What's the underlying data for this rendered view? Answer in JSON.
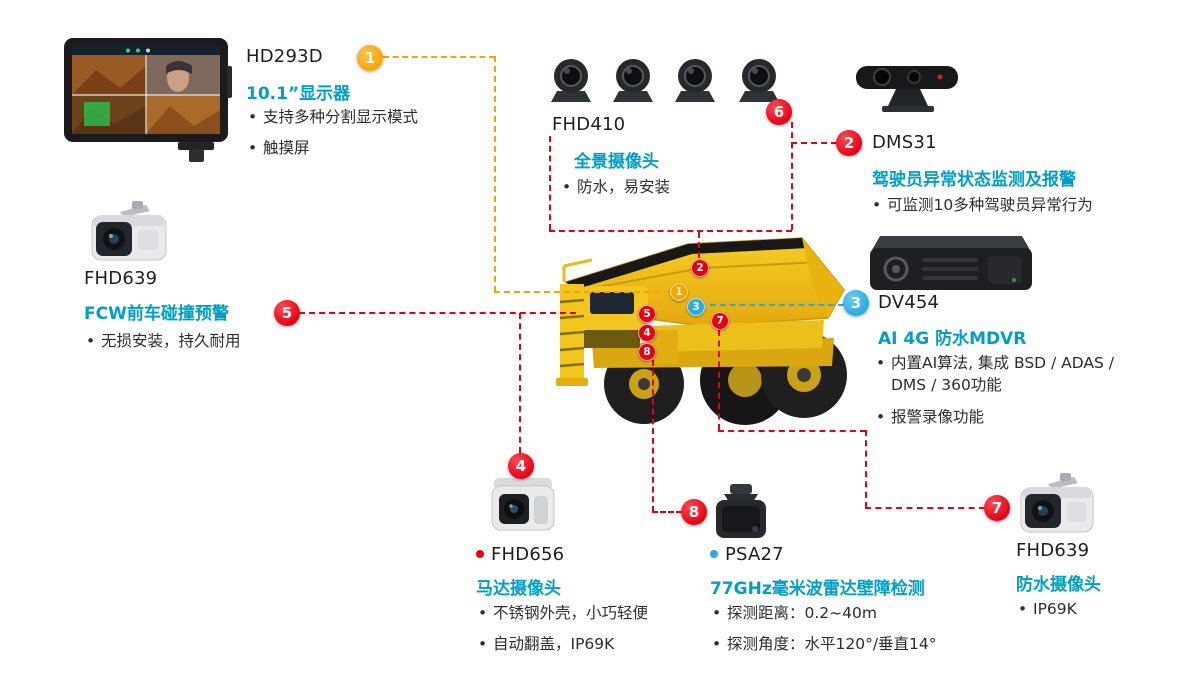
{
  "colors": {
    "accent_blue": "#009FC8",
    "badge_red": "#E60012",
    "badge_orange": "#F7A600",
    "badge_cyan": "#29ABE2",
    "truck_yellow": "#F2C51F"
  },
  "components": {
    "monitor": {
      "model": "HD293D",
      "badge": "1",
      "title": "10.1”显示器",
      "bullets": [
        "支持多种分割显示模式",
        "触摸屏"
      ]
    },
    "fcw": {
      "model": "FHD639",
      "badge": "5",
      "title": "FCW前车碰撞预警",
      "bullets": [
        "无损安装，持久耐用"
      ]
    },
    "panoramic": {
      "model": "FHD410",
      "badge": "6",
      "title": "全景摄像头",
      "bullets": [
        "防水，易安装"
      ]
    },
    "dms": {
      "model": "DMS31",
      "badge": "2",
      "title": "驾驶员异常状态监测及报警",
      "bullets": [
        "可监测10多种驾驶员异常行为"
      ]
    },
    "mdvr": {
      "model": "DV454",
      "badge": "3",
      "title": "AI 4G 防水MDVR",
      "bullets": [
        "内置AI算法, 集成 BSD / ADAS / DMS / 360功能",
        "报警录像功能"
      ]
    },
    "motor_cam": {
      "model": "FHD656",
      "badge": "4",
      "title": "马达摄像头",
      "bullets": [
        "不锈钢外壳，小巧轻便",
        "自动翻盖，IP69K"
      ]
    },
    "radar": {
      "model": "PSA27",
      "badge": "8",
      "title": "77GHz毫米波雷达壁障检测",
      "bullets": [
        "探测距离：0.2~40m",
        "探测角度：水平120°/垂直14°"
      ]
    },
    "waterproof_cam": {
      "model": "FHD639",
      "badge": "7",
      "title": "防水摄像头",
      "bullets": [
        "IP69K"
      ]
    }
  },
  "truck": {
    "markers": {
      "m1": "1",
      "m2": "2",
      "m3": "3",
      "m4": "4",
      "m5": "5",
      "m7": "7",
      "m8": "8"
    }
  }
}
